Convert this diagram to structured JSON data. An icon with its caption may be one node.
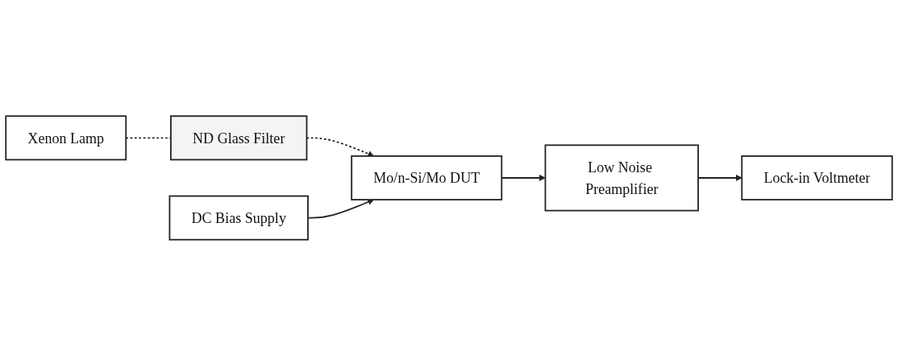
{
  "diagram": {
    "nodes": [
      {
        "text": [
          "Xenon Lamp"
        ]
      },
      {
        "text": [
          "ND Glass Filter"
        ]
      },
      {
        "text": [
          "Mo/n-Si/Mo DUT"
        ]
      },
      {
        "text": [
          "Low Noise Preamplifier"
        ]
      },
      {
        "text": [
          "Lock-in Voltmeter"
        ]
      },
      {
        "text": [
          "DC Bias Supply"
        ]
      }
    ],
    "edges": [
      {
        "from": 0,
        "to": 1,
        "arrow": "none",
        "style": "dashed"
      },
      {
        "from": 1,
        "to": 2,
        "arrow": "to",
        "style": "dashed"
      },
      {
        "from": 2,
        "to": 3,
        "arrow": "to"
      },
      {
        "from": 3,
        "to": 4,
        "arrow": "to"
      },
      {
        "from": 5,
        "to": 2,
        "arrow": "to"
      }
    ]
  }
}
